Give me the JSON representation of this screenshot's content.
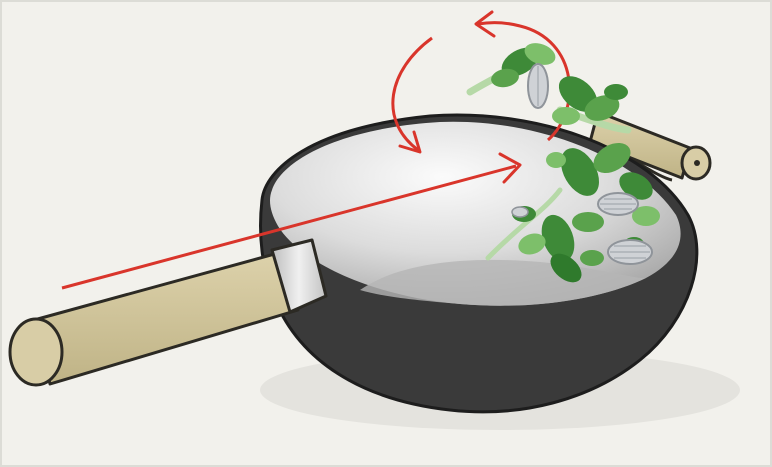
{
  "title": "",
  "colors": {
    "background": "#f2f1ec",
    "border": "#dcdcd6",
    "wok_body": "#3a3a3a",
    "wok_interior_light": "#f4f4f4",
    "wok_interior_mid": "#c9c9c9",
    "handle": "#cfc39a",
    "handle_outline": "#2c2a24",
    "ferrule": "#d9d9d9",
    "arrow": "#d9352b",
    "leaf_dark": "#3e8a38",
    "leaf_light": "#7dbf6a",
    "stem": "#b6d9a7",
    "garlic": "#cfd2d6"
  },
  "icons": {
    "toss_arrows": "curved-arrow-icon",
    "push_arrow": "straight-arrow-icon"
  },
  "depicts": [
    "wok",
    "long-handle",
    "helper-handle",
    "leafy-greens",
    "garlic-cloves",
    "motion-arrows"
  ]
}
